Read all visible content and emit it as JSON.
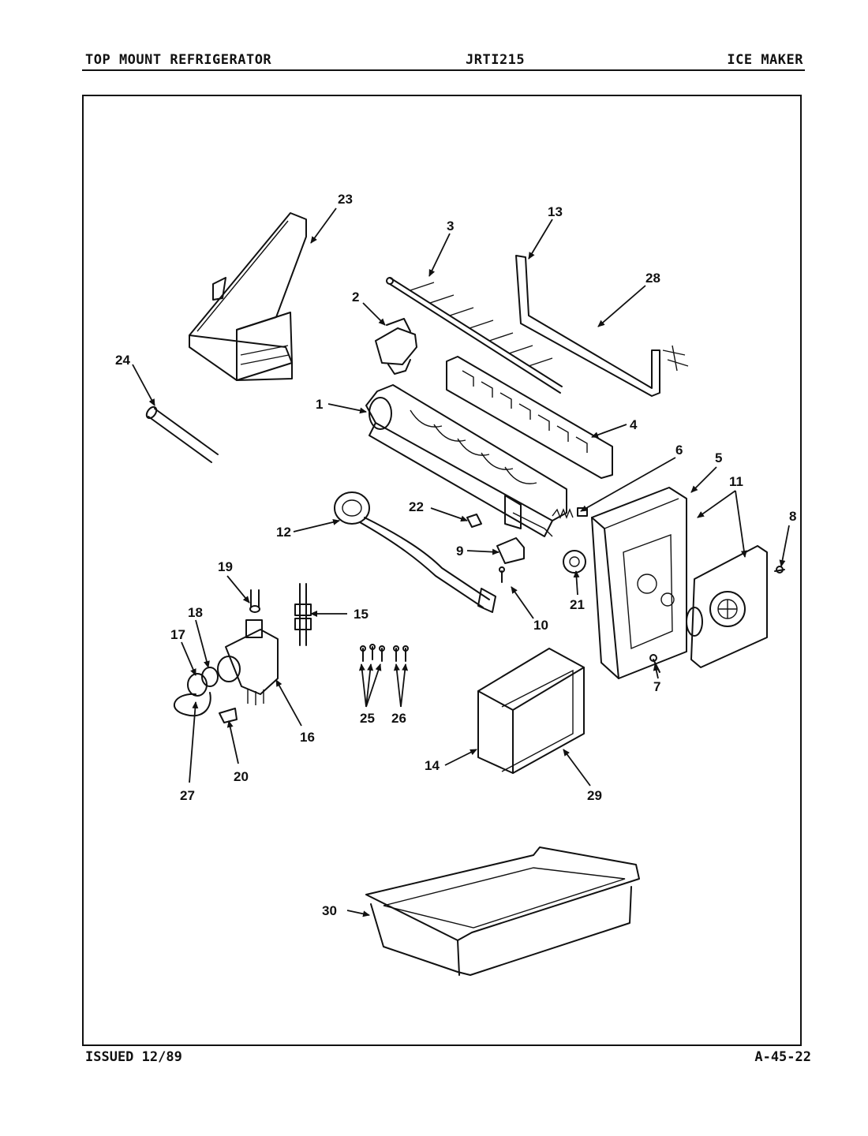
{
  "header": {
    "left": "TOP MOUNT REFRIGERATOR",
    "center": "JRTI215",
    "right": "ICE MAKER"
  },
  "footer": {
    "left": "ISSUED 12/89",
    "right": "A-45-22"
  },
  "callouts": [
    "1",
    "2",
    "3",
    "4",
    "5",
    "6",
    "7",
    "8",
    "9",
    "10",
    "11",
    "12",
    "13",
    "14",
    "15",
    "16",
    "17",
    "18",
    "19",
    "20",
    "21",
    "22",
    "23",
    "24",
    "25",
    "26",
    "27",
    "28",
    "29",
    "30"
  ]
}
